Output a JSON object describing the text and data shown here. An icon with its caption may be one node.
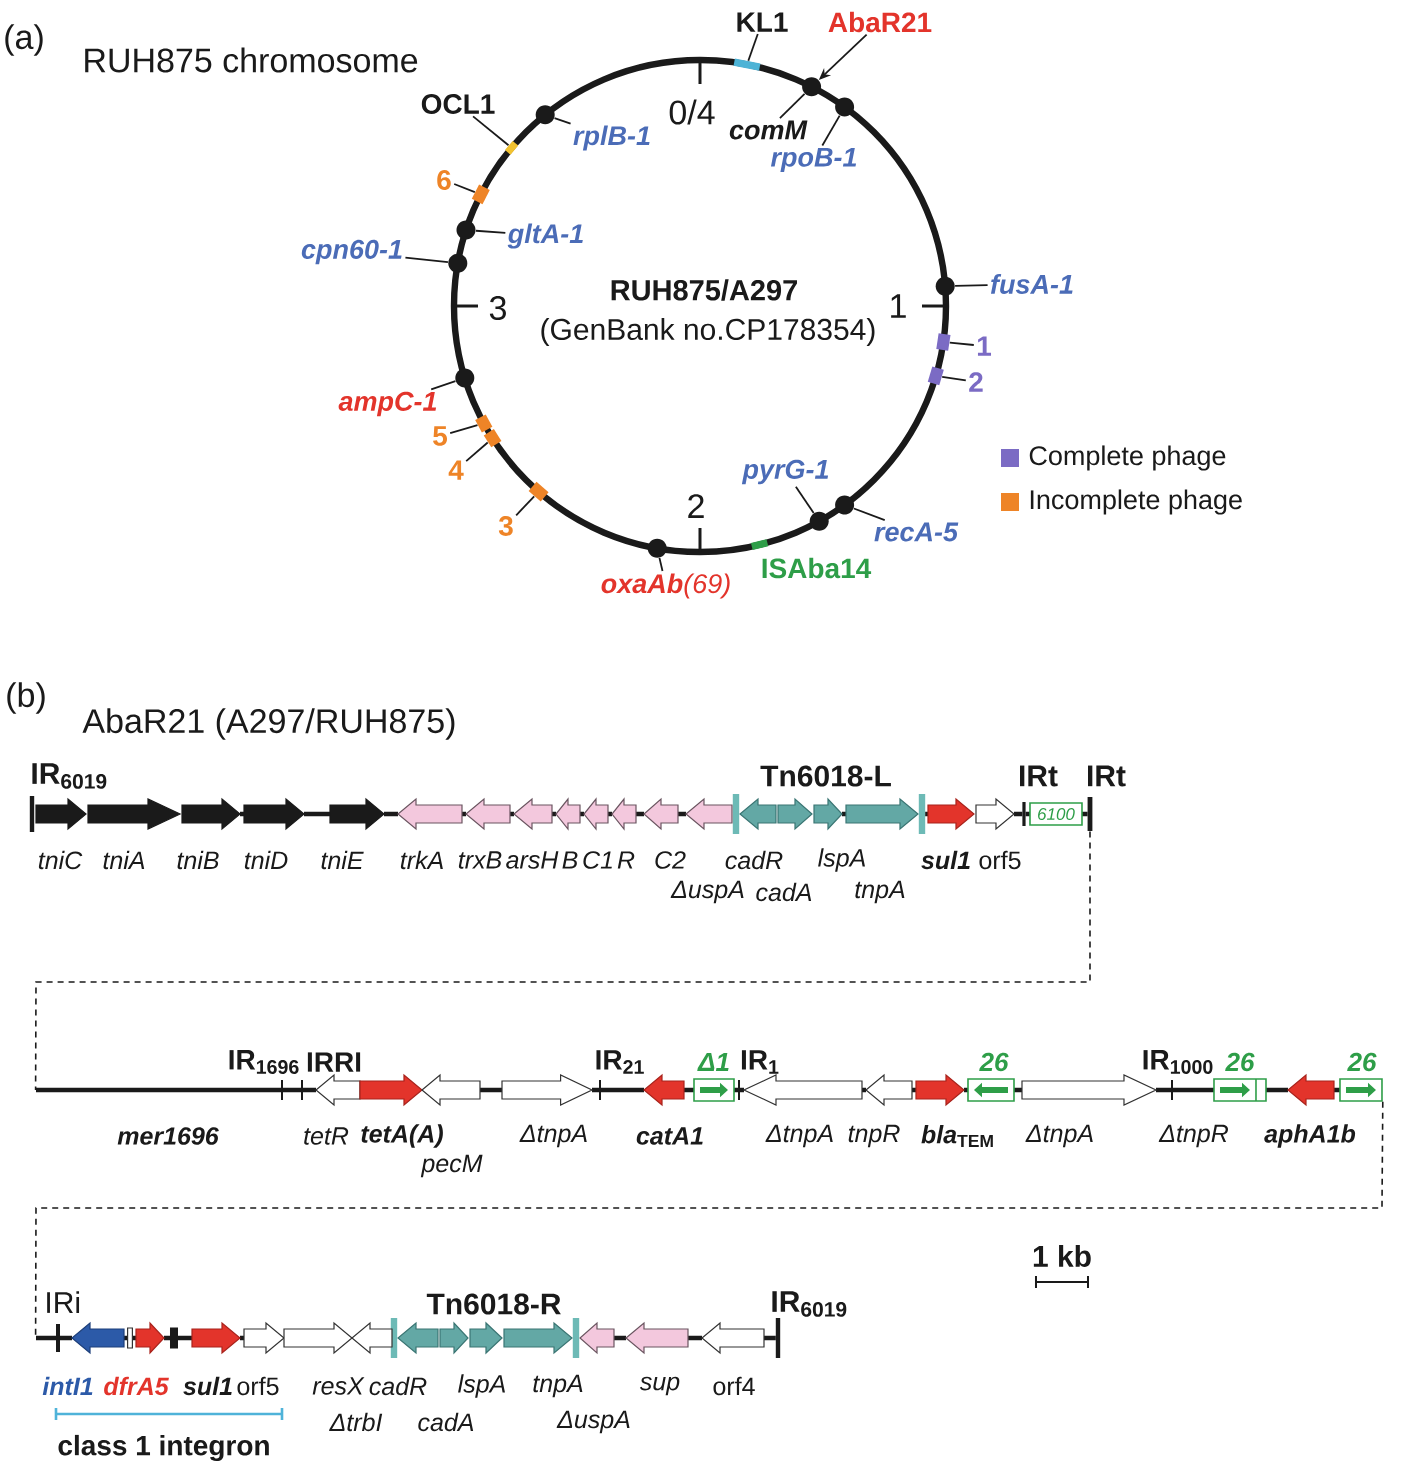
{
  "diagram": {
    "nodes": [
      {
        "text": [
          "RUH875/A297",
          "(GenBank no.CP178354)"
        ]
      },
      {
        "text": [
          "KL1"
        ]
      },
      {
        "text": [],
        "shape": "bar"
      },
      {
        "text": [
          "AbaR21"
        ]
      },
      {
        "text": [],
        "shape": "circle"
      },
      {
        "text": [
          "OCL1"
        ]
      },
      {
        "text": [],
        "shape": "bar"
      },
      {
        "text": [],
        "shape": "circle"
      },
      {
        "text": [
          "rplB-1"
        ],
        "in": 0
      },
      {
        "text": [
          "comM"
        ],
        "in": 0
      },
      {
        "text": [],
        "shape": "circle"
      },
      {
        "text": [
          "rpoB-1"
        ],
        "in": 0
      },
      {
        "text": [
          "6"
        ]
      },
      {
        "text": [],
        "shape": "bar"
      },
      {
        "text": [],
        "shape": "circle"
      },
      {
        "text": [
          "gltA-1"
        ],
        "in": 0
      },
      {
        "text": [
          "cpn60-1"
        ]
      },
      {
        "text": [],
        "shape": "circle"
      },
      {
        "text": [],
        "shape": "circle"
      },
      {
        "text": [
          "fusA-1"
        ]
      },
      {
        "text": [],
        "shape": "bar"
      },
      {
        "text": [
          "1"
        ]
      },
      {
        "text": [],
        "shape": "bar"
      },
      {
        "text": [
          "2"
        ]
      },
      {
        "text": [],
        "shape": "circle"
      },
      {
        "text": [
          "ampC-1"
        ]
      },
      {
        "text": [
          "5"
        ]
      },
      {
        "text": [],
        "shape": "bar"
      },
      {
        "text": [],
        "shape": "bar"
      },
      {
        "text": [
          "4"
        ]
      },
      {
        "text": [
          "pyrG-1"
        ],
        "in": 0
      },
      {
        "text": [],
        "shape": "circle"
      },
      {
        "text": [],
        "shape": "circle"
      },
      {
        "text": [
          "3"
        ]
      },
      {
        "text": [],
        "shape": "bar"
      },
      {
        "text": [
          "recA-5"
        ]
      },
      {
        "text": [],
        "shape": "circle"
      },
      {
        "text": [],
        "shape": "bar",
        "beside": [
          "ISAba14"
        ]
      },
      {
        "text": [
          "**oxaAb**(69)"
        ]
      },
      {
        "text": [],
        "shape": "line"
      },
      {
        "text": [],
        "shape": "arrow",
        "beside": [
          "tniC"
        ]
      },
      {
        "text": [],
        "shape": "arrow",
        "beside": [
          "tniA"
        ]
      },
      {
        "text": [],
        "shape": "arrow",
        "beside": [
          "tniB"
        ]
      },
      {
        "text": [],
        "shape": "arrow",
        "beside": [
          "tniD"
        ]
      },
      {
        "text": [],
        "shape": "arrow",
        "beside": [
          "tniE"
        ]
      },
      {
        "text": [],
        "shape": "arrow",
        "beside": [
          "trkA"
        ]
      },
      {
        "text": [],
        "shape": "arrow",
        "beside": [
          "trxB"
        ]
      },
      {
        "text": [],
        "shape": "arrow",
        "beside": [
          "arsH"
        ]
      },
      {
        "text": [],
        "shape": "arrow",
        "beside": [
          "B"
        ]
      },
      {
        "text": [],
        "shape": "arrow",
        "beside": [
          "C1"
        ]
      },
      {
        "text": [],
        "shape": "arrow",
        "beside": [
          "R"
        ]
      },
      {
        "text": [],
        "shape": "arrow",
        "beside": [
          "C2"
        ]
      },
      {
        "text": [],
        "shape": "arrow",
        "beside": [
          "ΔuspA"
        ]
      },
      {
        "text": [],
        "shape": "arrow",
        "beside": [
          "cadR"
        ]
      },
      {
        "text": [],
        "shape": "arrow",
        "beside": [
          "cadA"
        ]
      },
      {
        "text": [],
        "shape": "arrow",
        "beside": [
          "lspA"
        ]
      },
      {
        "text": [],
        "shape": "arrow",
        "beside": [
          "tnpA"
        ]
      },
      {
        "text": [],
        "shape": "arrow",
        "beside": [
          "sul1"
        ]
      },
      {
        "text": [],
        "shape": "arrow",
        "beside": [
          "orf5"
        ]
      },
      {
        "text": [
          "6100"
        ]
      },
      {
        "text": [],
        "shape": "bar"
      },
      {
        "text": [],
        "shape": "line"
      },
      {
        "text": [],
        "shape": "arrow",
        "beside": [
          "tetR"
        ]
      },
      {
        "text": [],
        "shape": "arrow",
        "beside": [
          "tetA(A)"
        ]
      },
      {
        "text": [],
        "shape": "arrow",
        "beside": [
          "pecM"
        ]
      },
      {
        "text": [],
        "shape": "arrow",
        "beside": [
          "ΔtnpA"
        ]
      },
      {
        "text": [],
        "shape": "arrow",
        "beside": [
          "catA1"
        ]
      },
      {
        "text": [
          "Δ1"
        ]
      },
      {
        "text": [],
        "shape": "arrow",
        "beside": [
          "ΔtnpA"
        ]
      },
      {
        "text": [],
        "shape": "arrow",
        "beside": [
          "tnpR"
        ]
      },
      {
        "text": [],
        "shape": "arrow",
        "beside": [
          "*bla*$_{TEM}$"
        ]
      },
      {
        "text": [
          "26"
        ]
      },
      {
        "text": [],
        "shape": "arrow",
        "beside": [
          "ΔtnpA"
        ]
      },
      {
        "text": [
          "26"
        ]
      },
      {
        "text": [],
        "shape": "arrow",
        "beside": [
          "aphA1b"
        ]
      },
      {
        "text": [
          "26"
        ]
      },
      {
        "text": [],
        "shape": "line"
      },
      {
        "text": [],
        "shape": "arrow",
        "beside": [
          "intI1"
        ]
      },
      {
        "text": [],
        "shape": "box"
      },
      {
        "text": [],
        "shape": "arrow",
        "beside": [
          "dfrA5"
        ]
      },
      {
        "text": [],
        "shape": "box"
      },
      {
        "text": [],
        "shape": "arrow",
        "beside": [
          "sul1"
        ]
      },
      {
        "text": [],
        "shape": "arrow",
        "beside": [
          "orf5"
        ]
      },
      {
        "text": [],
        "shape": "arrow",
        "beside": [
          "resX"
        ]
      },
      {
        "text": [],
        "shape": "arrow",
        "beside": [
          "ΔtrbI"
        ]
      },
      {
        "text": [],
        "shape": "arrow",
        "beside": [
          "cadR"
        ]
      },
      {
        "text": [],
        "shape": "arrow",
        "beside": [
          "cadA"
        ]
      },
      {
        "text": [],
        "shape": "arrow",
        "beside": [
          "lspA"
        ]
      },
      {
        "text": [],
        "shape": "arrow",
        "beside": [
          "tnpA"
        ]
      },
      {
        "text": [],
        "shape": "arrow",
        "beside": [
          "ΔuspA"
        ]
      },
      {
        "text": [],
        "shape": "arrow",
        "beside": [
          "sup"
        ]
      },
      {
        "text": [],
        "shape": "arrow",
        "beside": [
          "orf4"
        ]
      }
    ],
    "edges": [
      {
        "from": 1,
        "to": 2,
        "arrow": "none"
      },
      {
        "from": 3,
        "to": 4,
        "arrow": "to"
      },
      {
        "from": 5,
        "to": 6,
        "arrow": "none"
      },
      {
        "from": 8,
        "to": 7,
        "arrow": "none"
      },
      {
        "from": 9,
        "to": 4,
        "arrow": "none"
      },
      {
        "from": 11,
        "to": 10,
        "arrow": "none"
      },
      {
        "from": 12,
        "to": 13,
        "arrow": "none"
      },
      {
        "from": 15,
        "to": 14,
        "arrow": "none"
      },
      {
        "from": 16,
        "to": 17,
        "arrow": "none"
      },
      {
        "from": 19,
        "to": 18,
        "arrow": "none"
      },
      {
        "from": 21,
        "to": 20,
        "arrow": "none"
      },
      {
        "from": 23,
        "to": 22,
        "arrow": "none"
      },
      {
        "from": 25,
        "to": 24,
        "arrow": "none"
      },
      {
        "from": 26,
        "to": 27,
        "arrow": "none"
      },
      {
        "from": 29,
        "to": 28,
        "arrow": "none"
      },
      {
        "from": 30,
        "to": 31,
        "arrow": "none"
      },
      {
        "from": 33,
        "to": 34,
        "arrow": "none"
      },
      {
        "from": 35,
        "to": 32,
        "arrow": "none"
      },
      {
        "from": 38,
        "to": 36,
        "arrow": "none"
      },
      {
        "from": 60,
        "to": 61,
        "arrow": "none",
        "style": "dashed"
      },
      {
        "from": 75,
        "to": 76,
        "arrow": "none",
        "style": "dashed"
      }
    ],
    "labels": [
      "(a)",
      "RUH875 chromosome",
      "0/4",
      "3",
      "1",
      "2",
      "(b)",
      "AbaR21 (A297/RUH875)",
      "IR$_{6019}$",
      "Tn6018-L",
      "IRt",
      "IRt",
      "IR$_{1696}$",
      "IRRI",
      "IR$_{21}$",
      "IR$_{1}$",
      "IR$_{1000}$",
      "mer1696",
      "ΔtnpR",
      "1 kb",
      "IRi",
      "Tn6018-R",
      "IR$_{6019}$",
      "class 1 integron"
    ],
    "legend": [
      {
        "text": "Complete phage",
        "color": "#7b6bc4"
      },
      {
        "text": "Incomplete phage",
        "color": "#ee8427"
      }
    ]
  }
}
